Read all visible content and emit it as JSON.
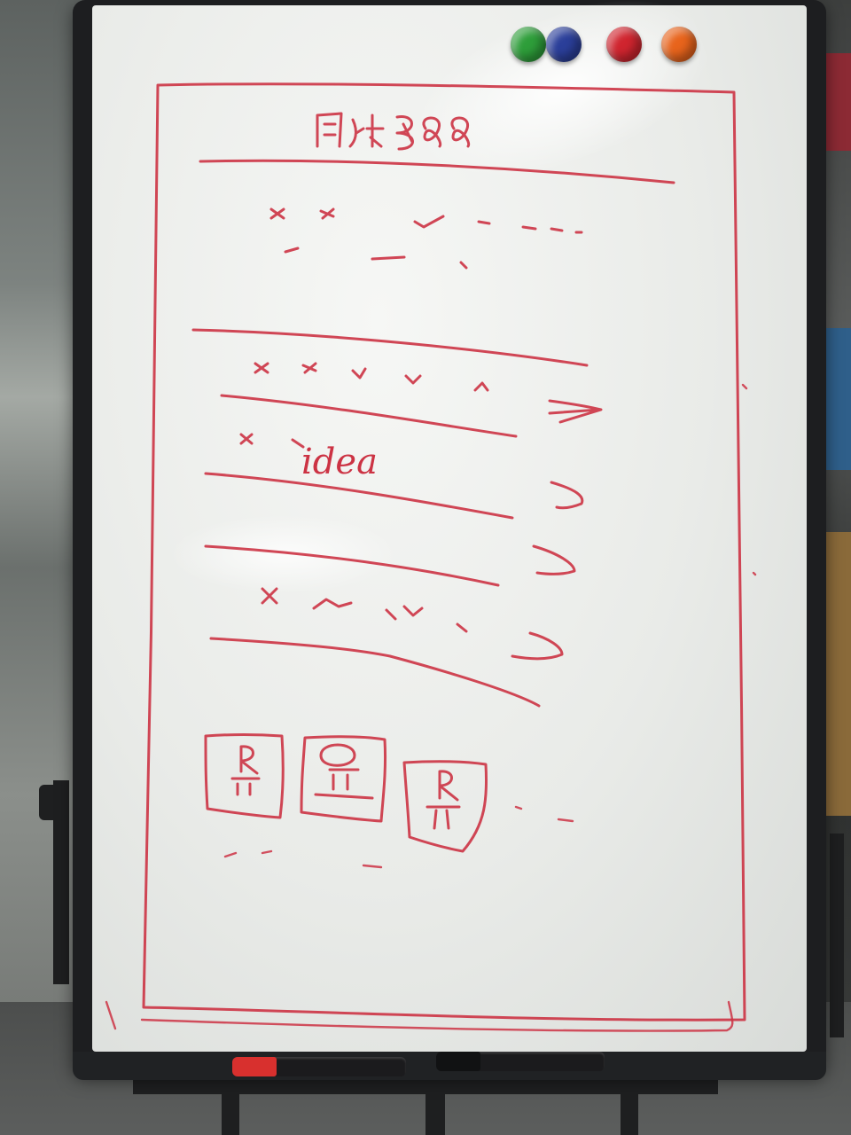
{
  "scene": {
    "subject": "whiteboard",
    "ink_color": "#cc3344",
    "frame_color": "#1d1e20"
  },
  "magnets": [
    {
      "name": "green",
      "color": "#2e9e3a"
    },
    {
      "name": "blue",
      "color": "#2b3f9a"
    },
    {
      "name": "red",
      "color": "#d0252f"
    },
    {
      "name": "orange",
      "color": "#e8641c"
    }
  ],
  "markers": [
    {
      "name": "red-marker",
      "cap_color": "#d8302e"
    },
    {
      "name": "black-marker",
      "cap_color": "#1b1b1d"
    }
  ],
  "sketch": {
    "header_text": "",
    "row2_word": "idea",
    "card_glyph": "R"
  }
}
